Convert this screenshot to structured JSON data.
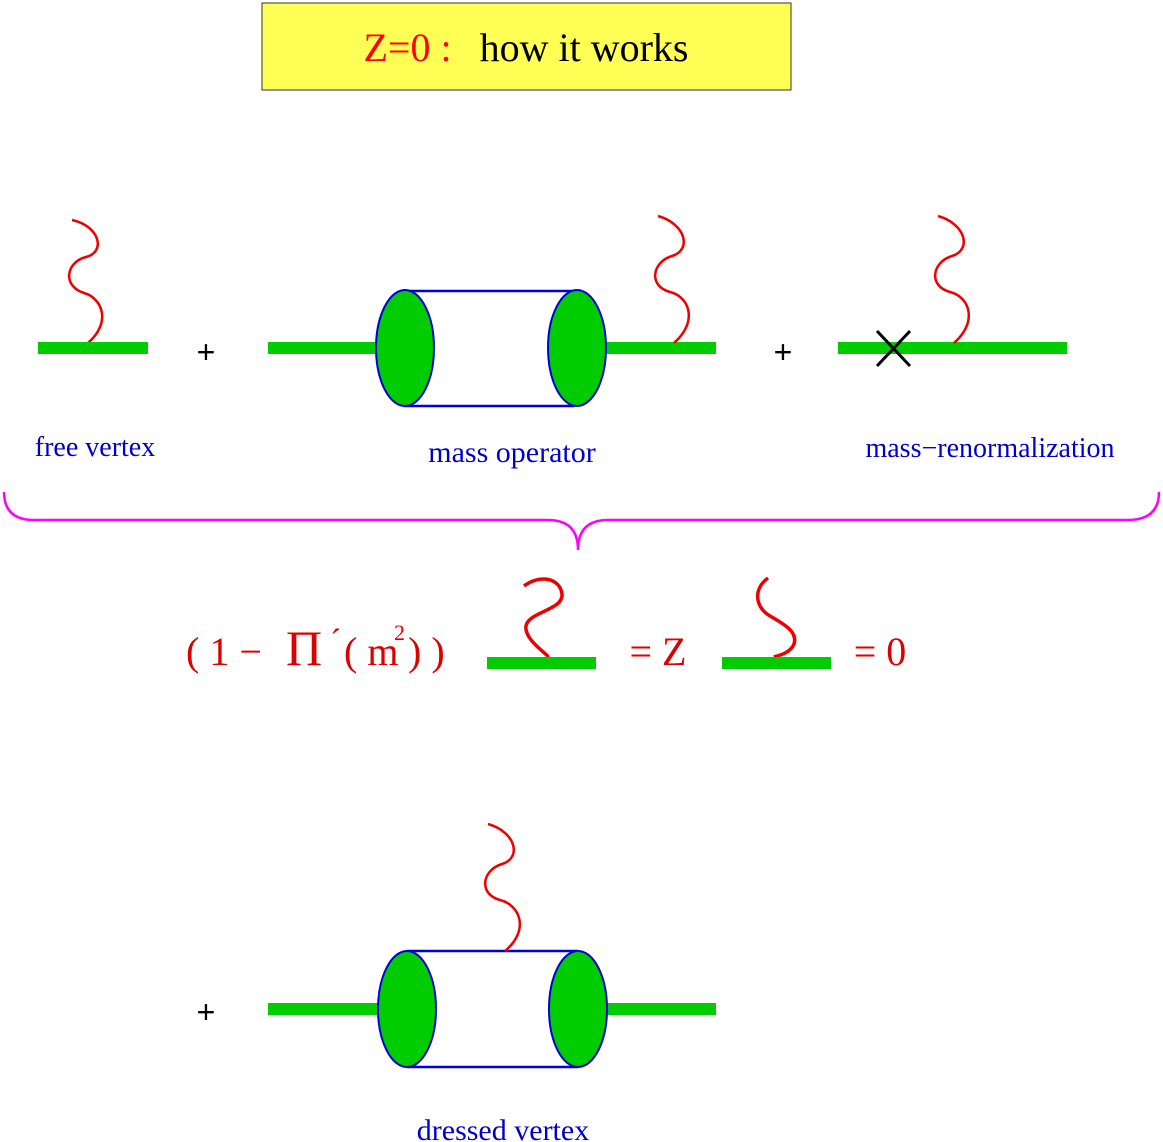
{
  "title": {
    "highlight": "Z=0 :",
    "rest": "how  it  works"
  },
  "colors": {
    "fermion": "#00cc00",
    "photon": "#ee0000",
    "blob_fill": "#00cc00",
    "blob_edge": "#0000dd",
    "loop": "#0000dd",
    "brace": "#ff00ff",
    "caption": "#0000cc",
    "equation": "#dd0000",
    "title_box": "#ffff55",
    "title_red": "#ff0000"
  },
  "operators": {
    "plus": "+"
  },
  "captions": {
    "free_vertex": "free vertex",
    "mass_operator": "mass  operator",
    "mass_renormalization": "mass−renormalization",
    "dressed_vertex": "dressed  vertex"
  },
  "equation": {
    "open": "( 1 −",
    "pi": "Π",
    "prime": "´",
    "arg_open": "( m",
    "sup": "2",
    "arg_close": ") )",
    "equals_z": "=  Z",
    "equals_zero": "= 0"
  },
  "icons": {
    "counterterm": "cross-icon"
  }
}
